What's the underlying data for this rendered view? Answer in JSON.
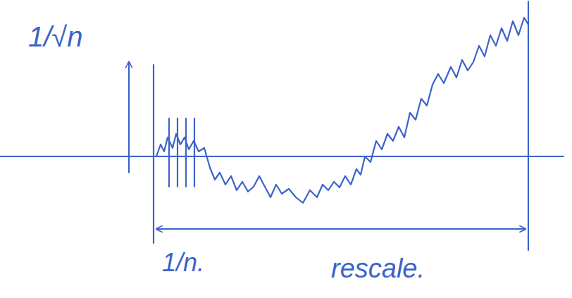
{
  "diagram": {
    "labels": [
      "1/√n",
      "1/n.",
      "rescale."
    ]
  }
}
